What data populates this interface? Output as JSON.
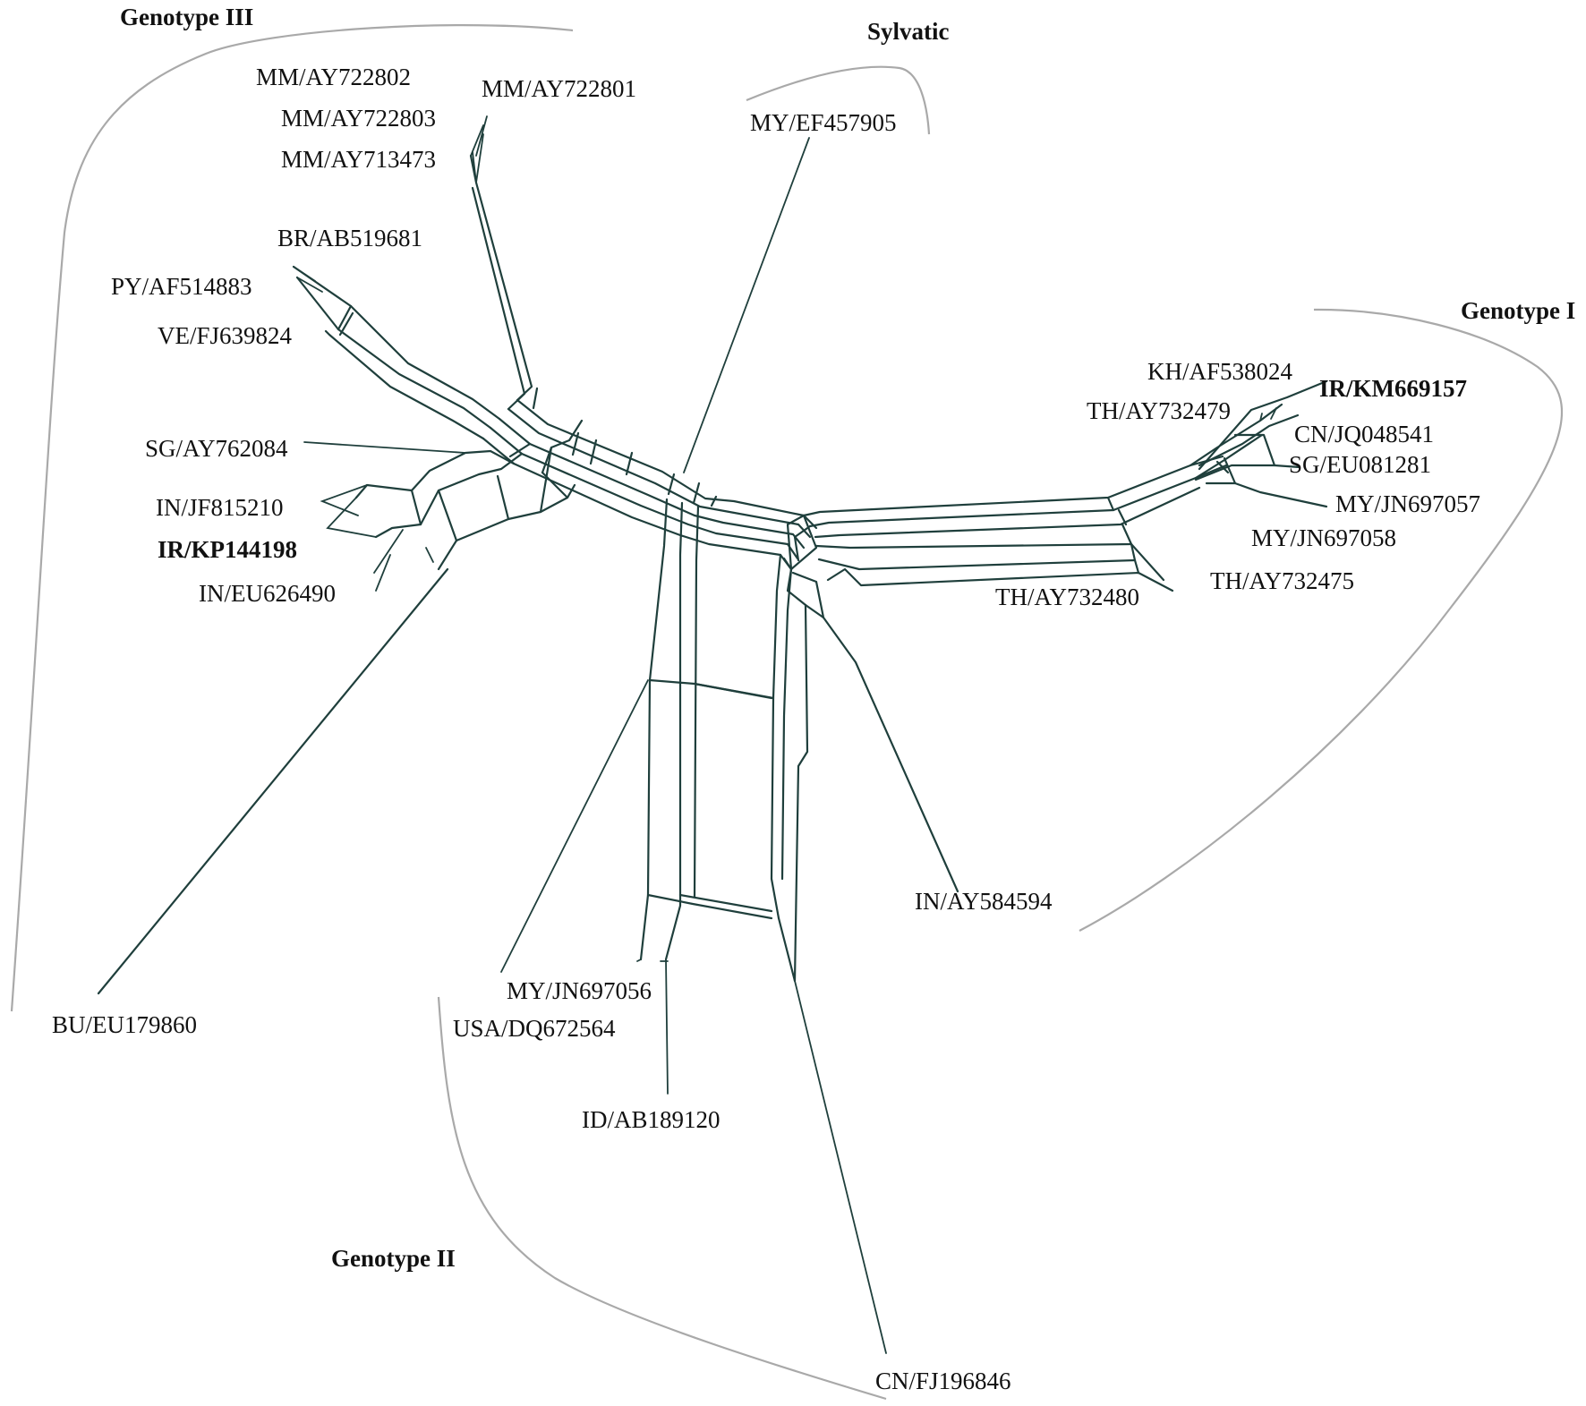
{
  "groups": {
    "genotype_iii": "Genotype III",
    "sylvatic": "Sylvatic",
    "genotype_i": "Genotype I",
    "genotype_ii": "Genotype II"
  },
  "taxa": {
    "mm_ay722802": "MM/AY722802",
    "mm_ay722801": "MM/AY722801",
    "mm_ay722803": "MM/AY722803",
    "mm_ay713473": "MM/AY713473",
    "br_ab519681": "BR/AB519681",
    "py_af514883": "PY/AF514883",
    "ve_fj639824": "VE/FJ639824",
    "sg_ay762084": "SG/AY762084",
    "in_jf815210": "IN/JF815210",
    "ir_kp144198": "IR/KP144198",
    "in_eu626490": "IN/EU626490",
    "bu_eu179860": "BU/EU179860",
    "my_ef457905": "MY/EF457905",
    "kh_af538024": "KH/AF538024",
    "ir_km669157": "IR/KM669157",
    "th_ay732479": "TH/AY732479",
    "cn_jq048541": "CN/JQ048541",
    "sg_eu081281": "SG/EU081281",
    "my_jn697057": "MY/JN697057",
    "my_jn697058": "MY/JN697058",
    "th_ay732475": "TH/AY732475",
    "th_ay732480": "TH/AY732480",
    "in_ay584594": "IN/AY584594",
    "my_jn697056": "MY/JN697056",
    "usa_dq672564": "USA/DQ672564",
    "id_ab189120": "ID/AB189120",
    "cn_fj196846": "CN/FJ196846"
  }
}
